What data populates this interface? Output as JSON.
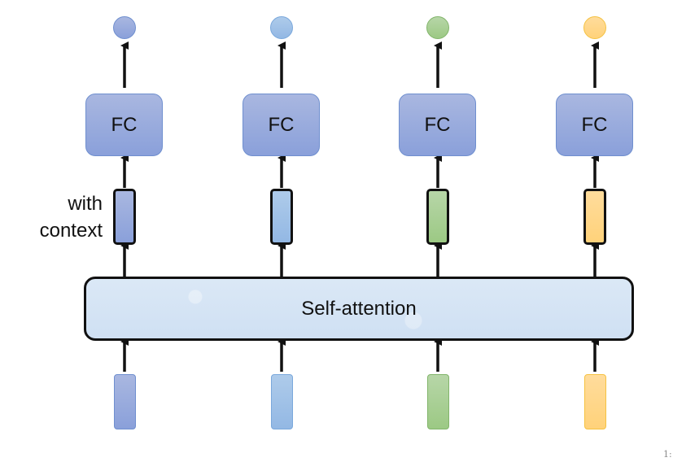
{
  "diagram": {
    "columns": [
      {
        "fc_label": "FC",
        "colors": {
          "fill_top": "#a9b7e0",
          "fill_bottom": "#8aa0da",
          "border": "#6f8fcf"
        }
      },
      {
        "fc_label": "FC",
        "colors": {
          "fill_top": "#aecbea",
          "fill_bottom": "#93b8e4",
          "border": "#7aa8dc"
        }
      },
      {
        "fc_label": "FC",
        "colors": {
          "fill_top": "#b7d6a8",
          "fill_bottom": "#9cc984",
          "border": "#82b56b"
        }
      },
      {
        "fc_label": "FC",
        "colors": {
          "fill_top": "#ffdc9c",
          "fill_bottom": "#ffd27a",
          "border": "#f5c242"
        }
      }
    ],
    "self_attention_label": "Self-attention",
    "context_label_line1": "with",
    "context_label_line2": "context",
    "page_number": "1:"
  }
}
